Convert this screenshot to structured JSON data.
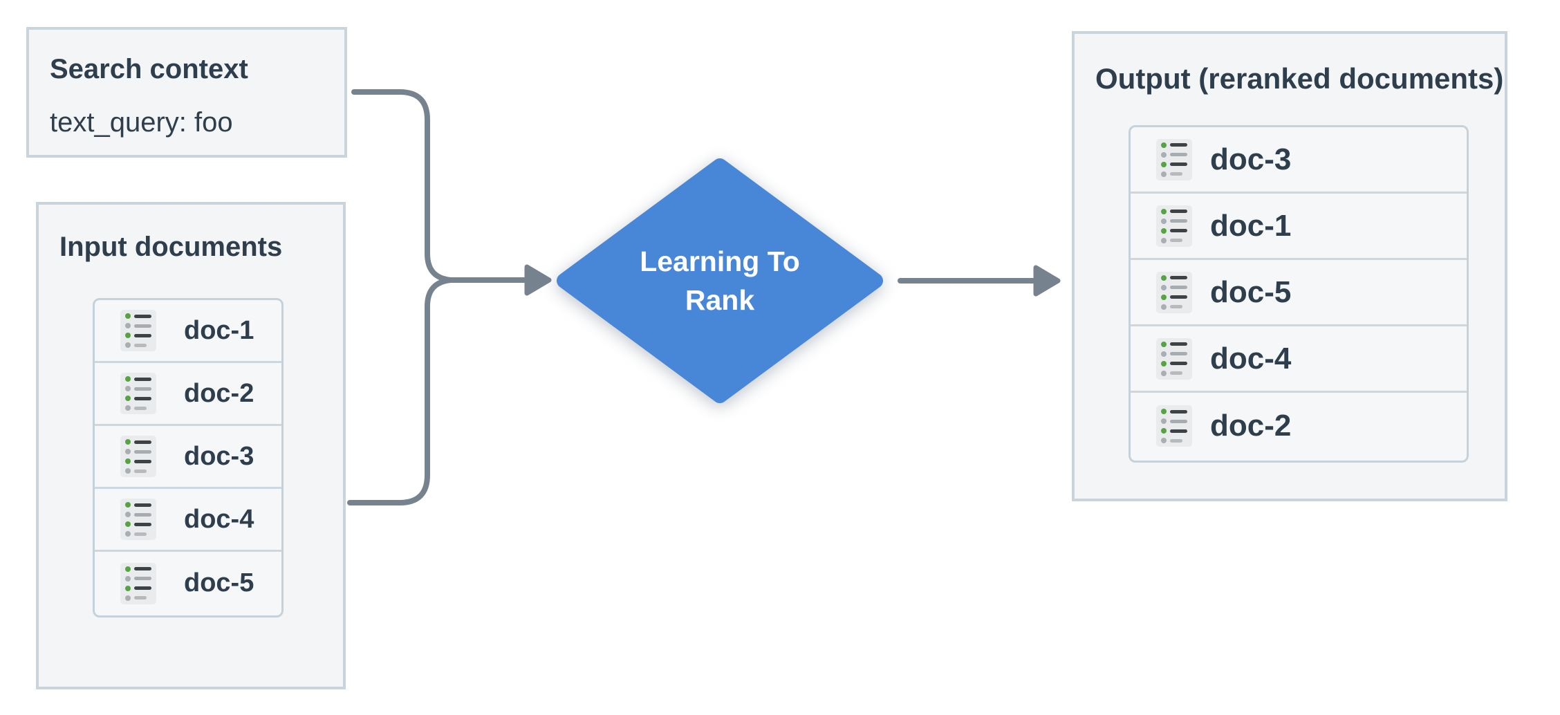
{
  "search_context": {
    "title": "Search context",
    "query": "text_query: foo"
  },
  "input_documents": {
    "title": "Input documents",
    "docs": [
      "doc-1",
      "doc-2",
      "doc-3",
      "doc-4",
      "doc-5"
    ]
  },
  "process_node": {
    "lines": [
      "Learning To",
      "Rank"
    ]
  },
  "output": {
    "title": "Output (reranked documents)",
    "docs": [
      "doc-3",
      "doc-1",
      "doc-5",
      "doc-4",
      "doc-2"
    ]
  },
  "colors": {
    "accent_blue": "#4887d8",
    "arrow_gray": "#76828e",
    "panel_bg": "#f3f5f7",
    "panel_border": "#c9d4dd",
    "text_dark": "#2e3e4d",
    "icon_green": "#56a343",
    "icon_gray": "#a9aeb2",
    "icon_bg": "#e9ebec"
  }
}
